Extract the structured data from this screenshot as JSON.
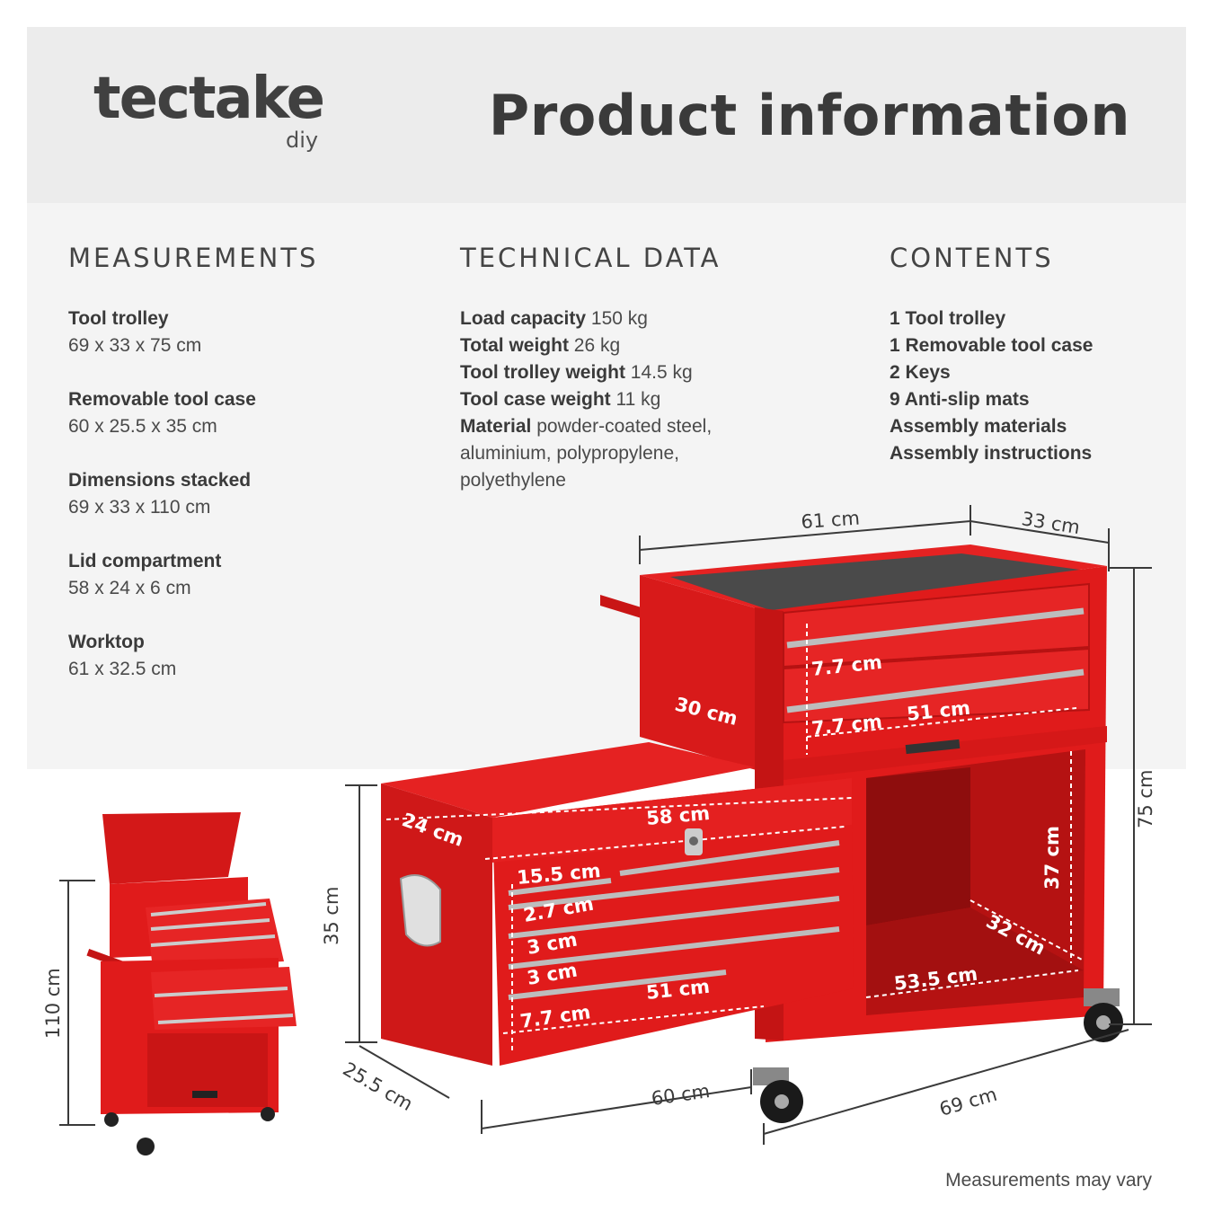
{
  "brand": {
    "name": "tectake",
    "sub": "diy"
  },
  "title": "Product information",
  "measurements": {
    "heading": "MEASUREMENTS",
    "items": [
      {
        "label": "Tool trolley",
        "value": "69 x 33 x 75 cm"
      },
      {
        "label": "Removable tool case",
        "value": "60 x 25.5 x 35 cm"
      },
      {
        "label": "Dimensions stacked",
        "value": "69 x 33 x 110 cm"
      },
      {
        "label": "Lid compartment",
        "value": "58 x 24 x 6 cm"
      },
      {
        "label": "Worktop",
        "value": "61 x 32.5 cm"
      }
    ]
  },
  "technical": {
    "heading": "TECHNICAL DATA",
    "items": [
      {
        "label": "Load capacity",
        "value": "150 kg"
      },
      {
        "label": "Total weight",
        "value": "26 kg"
      },
      {
        "label": "Tool trolley weight",
        "value": "14.5 kg"
      },
      {
        "label": "Tool case weight",
        "value": "11 kg"
      },
      {
        "label": "Material",
        "value": "powder-coated steel, aluminium, polypropylene, polyethylene"
      }
    ]
  },
  "contents": {
    "heading": "CONTENTS",
    "items": [
      "1 Tool trolley",
      "1 Removable tool case",
      "2 Keys",
      "9 Anti-slip mats",
      "Assembly materials",
      "Assembly instructions"
    ]
  },
  "dimensions": {
    "trolley_width": "61 cm",
    "trolley_depth": "33 cm",
    "trolley_height": "75 cm",
    "trolley_total_width": "69 cm",
    "drawer_height_1": "7.7 cm",
    "drawer_height_2": "7.7 cm",
    "drawer_width": "51 cm",
    "worktop_depth": "30 cm",
    "case_width": "60 cm",
    "case_depth": "25.5 cm",
    "case_height": "35 cm",
    "lid_depth": "24 cm",
    "lid_width": "58 cm",
    "small_drawer_width": "15.5 cm",
    "case_drawer_1": "2.7 cm",
    "case_drawer_2": "3 cm",
    "case_drawer_3": "3 cm",
    "case_drawer_4": "7.7 cm",
    "case_drawer_width": "51 cm",
    "cabinet_height": "37 cm",
    "cabinet_depth": "32 cm",
    "cabinet_width": "53.5 cm",
    "stacked_height": "110 cm"
  },
  "footnote": "Measurements may vary",
  "colors": {
    "red": "#e01b1b",
    "dark_red": "#b51212",
    "header_bg": "#ececec",
    "info_bg": "#f4f4f4",
    "text": "#3a3a3a"
  }
}
